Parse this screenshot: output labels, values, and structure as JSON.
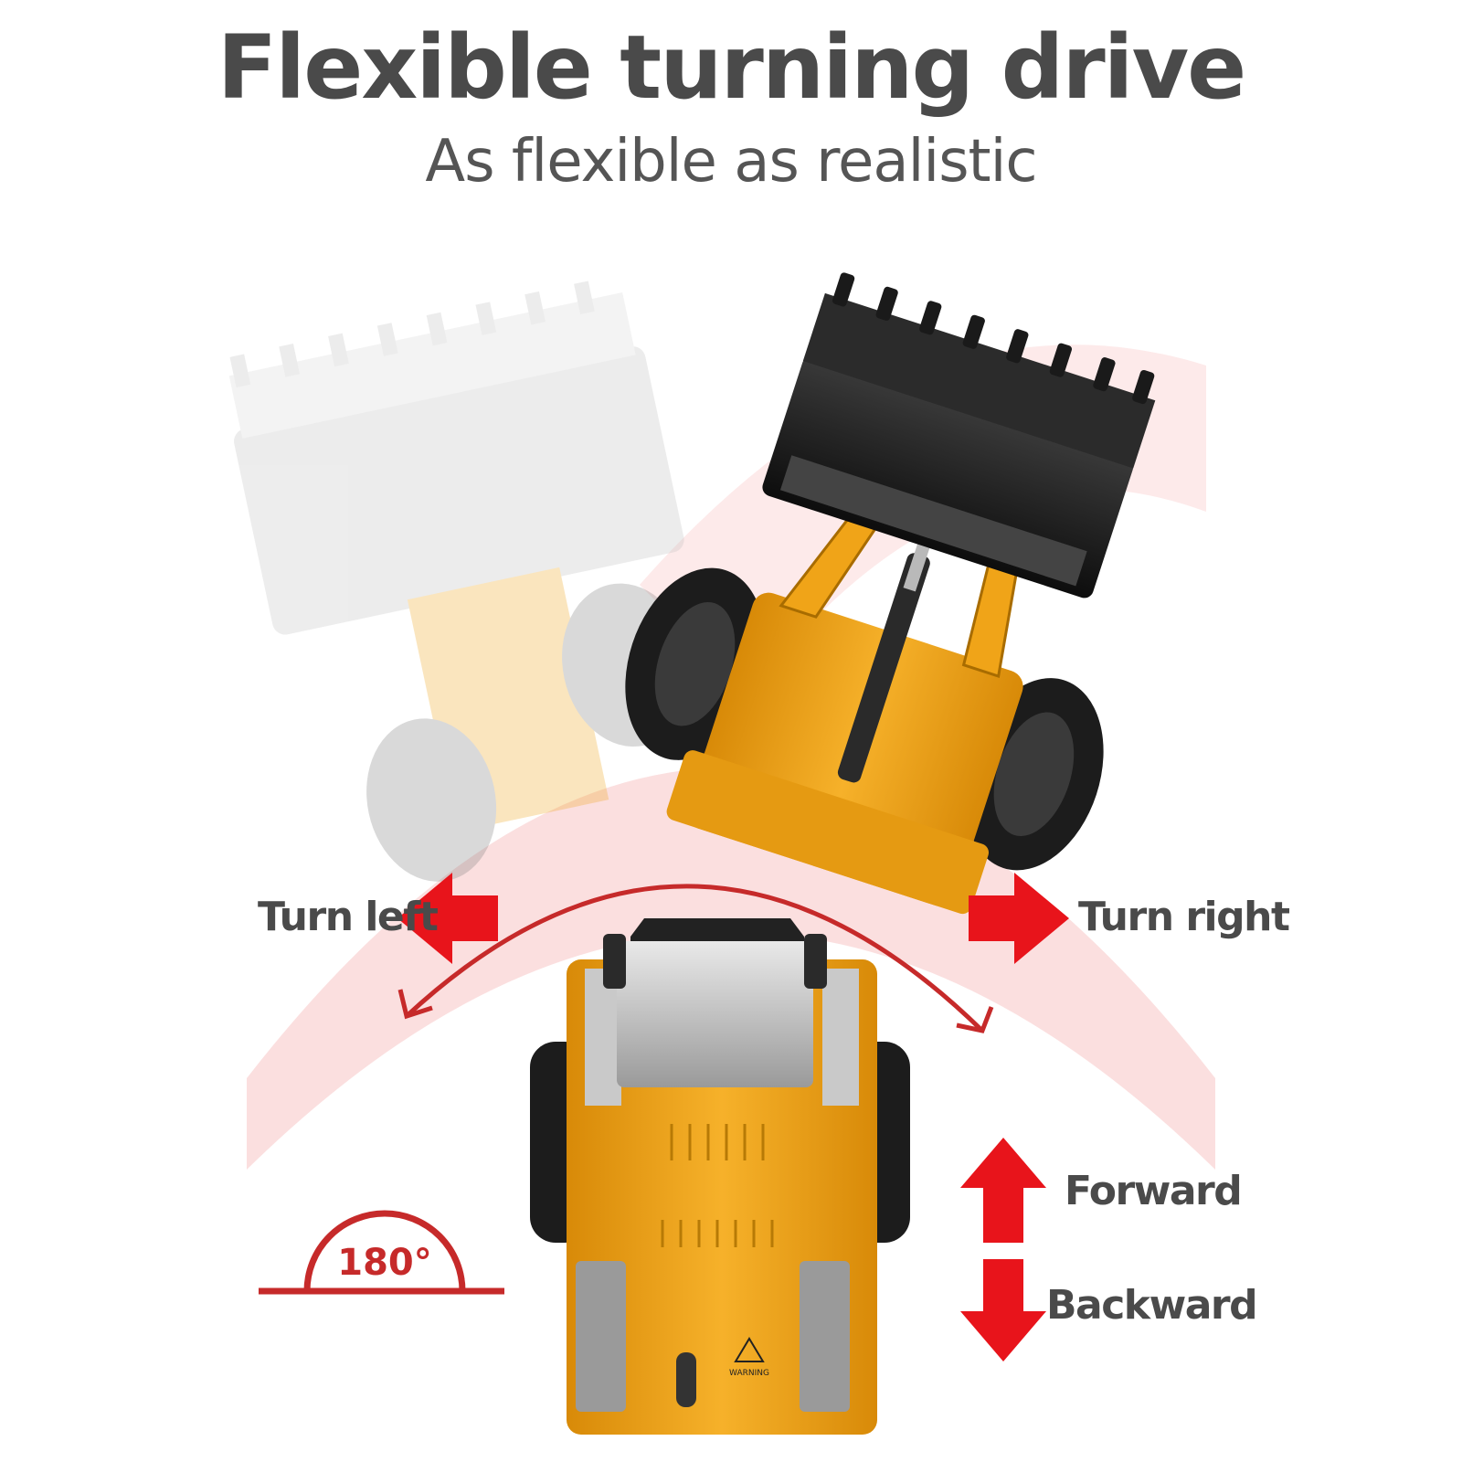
{
  "header": {
    "title": "Flexible turning drive",
    "subtitle": "As flexible as realistic"
  },
  "controls": {
    "turn_left": "Turn left",
    "turn_right": "Turn right",
    "forward": "Forward",
    "backward": "Backward",
    "rotation_badge": "180°"
  },
  "product": {
    "warning_label": "WARNING"
  },
  "colors": {
    "arrow_red": "#e8141b",
    "arc_red": "#c62a2a",
    "body_yellow": "#f0a418",
    "bucket_black": "#1e1e1e",
    "text_gray": "#4a4a4a"
  }
}
